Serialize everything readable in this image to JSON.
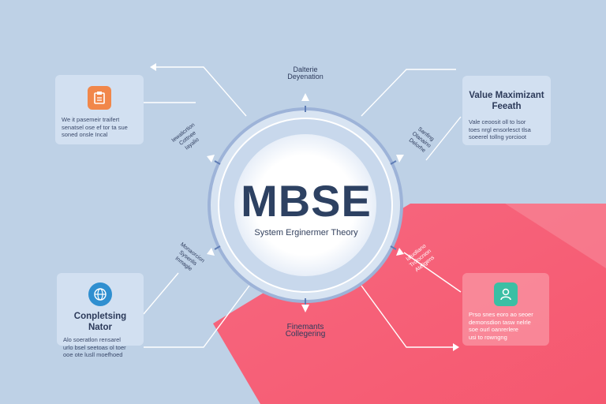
{
  "center": {
    "title": "MBSE",
    "subtitle": "System Erginermer Theory"
  },
  "top_label": "Dalterie\nDeyenation",
  "bottom_label": "Finemants\nCollegering",
  "left_upper_label": "Iewalicrtion\nCottnee\nIayalio",
  "left_lower_label": "Monaorcion\nSysenlis\nInmagle",
  "right_upper_label": "Sanfing\nOlanaino\nDelorhe",
  "right_lower_label": "Ialuoliano\nTrolocnion\nAteligens",
  "cards": {
    "top_left": {
      "icon": "clipboard-icon",
      "body": "We it pasemeir traifert\nsenatsel ose ef tor ta sue\nsoned onsle Incal"
    },
    "top_right": {
      "title": "Value Maximizant\nFeeath",
      "body": "Vale ceoosit oll to lsor\ntoes nrgl ensorlesct tlsa\nsoeerel tollng yorcioot"
    },
    "bottom_left": {
      "icon": "globe-icon",
      "title": "Conpletsing Nator",
      "body": "Alo soeratlon rensarel\nurlo bsel seetoas ol toer\nooe ote lusll moefhoed"
    },
    "bottom_right": {
      "icon": "user-icon",
      "body": "Prso snes eoro ao seoer\ndemonsdion tasw nelrle\nsoe ourl oanrerlere\nusi to rowngng"
    }
  },
  "colors": {
    "background": "#bed1e6",
    "accent_pink": "#f7647a",
    "orange_icon": "#f1874a",
    "blue_icon": "#2f8fd0",
    "teal_icon": "#3bbfa4",
    "ring": "#8aa4cf",
    "title_text": "#2d4162"
  }
}
